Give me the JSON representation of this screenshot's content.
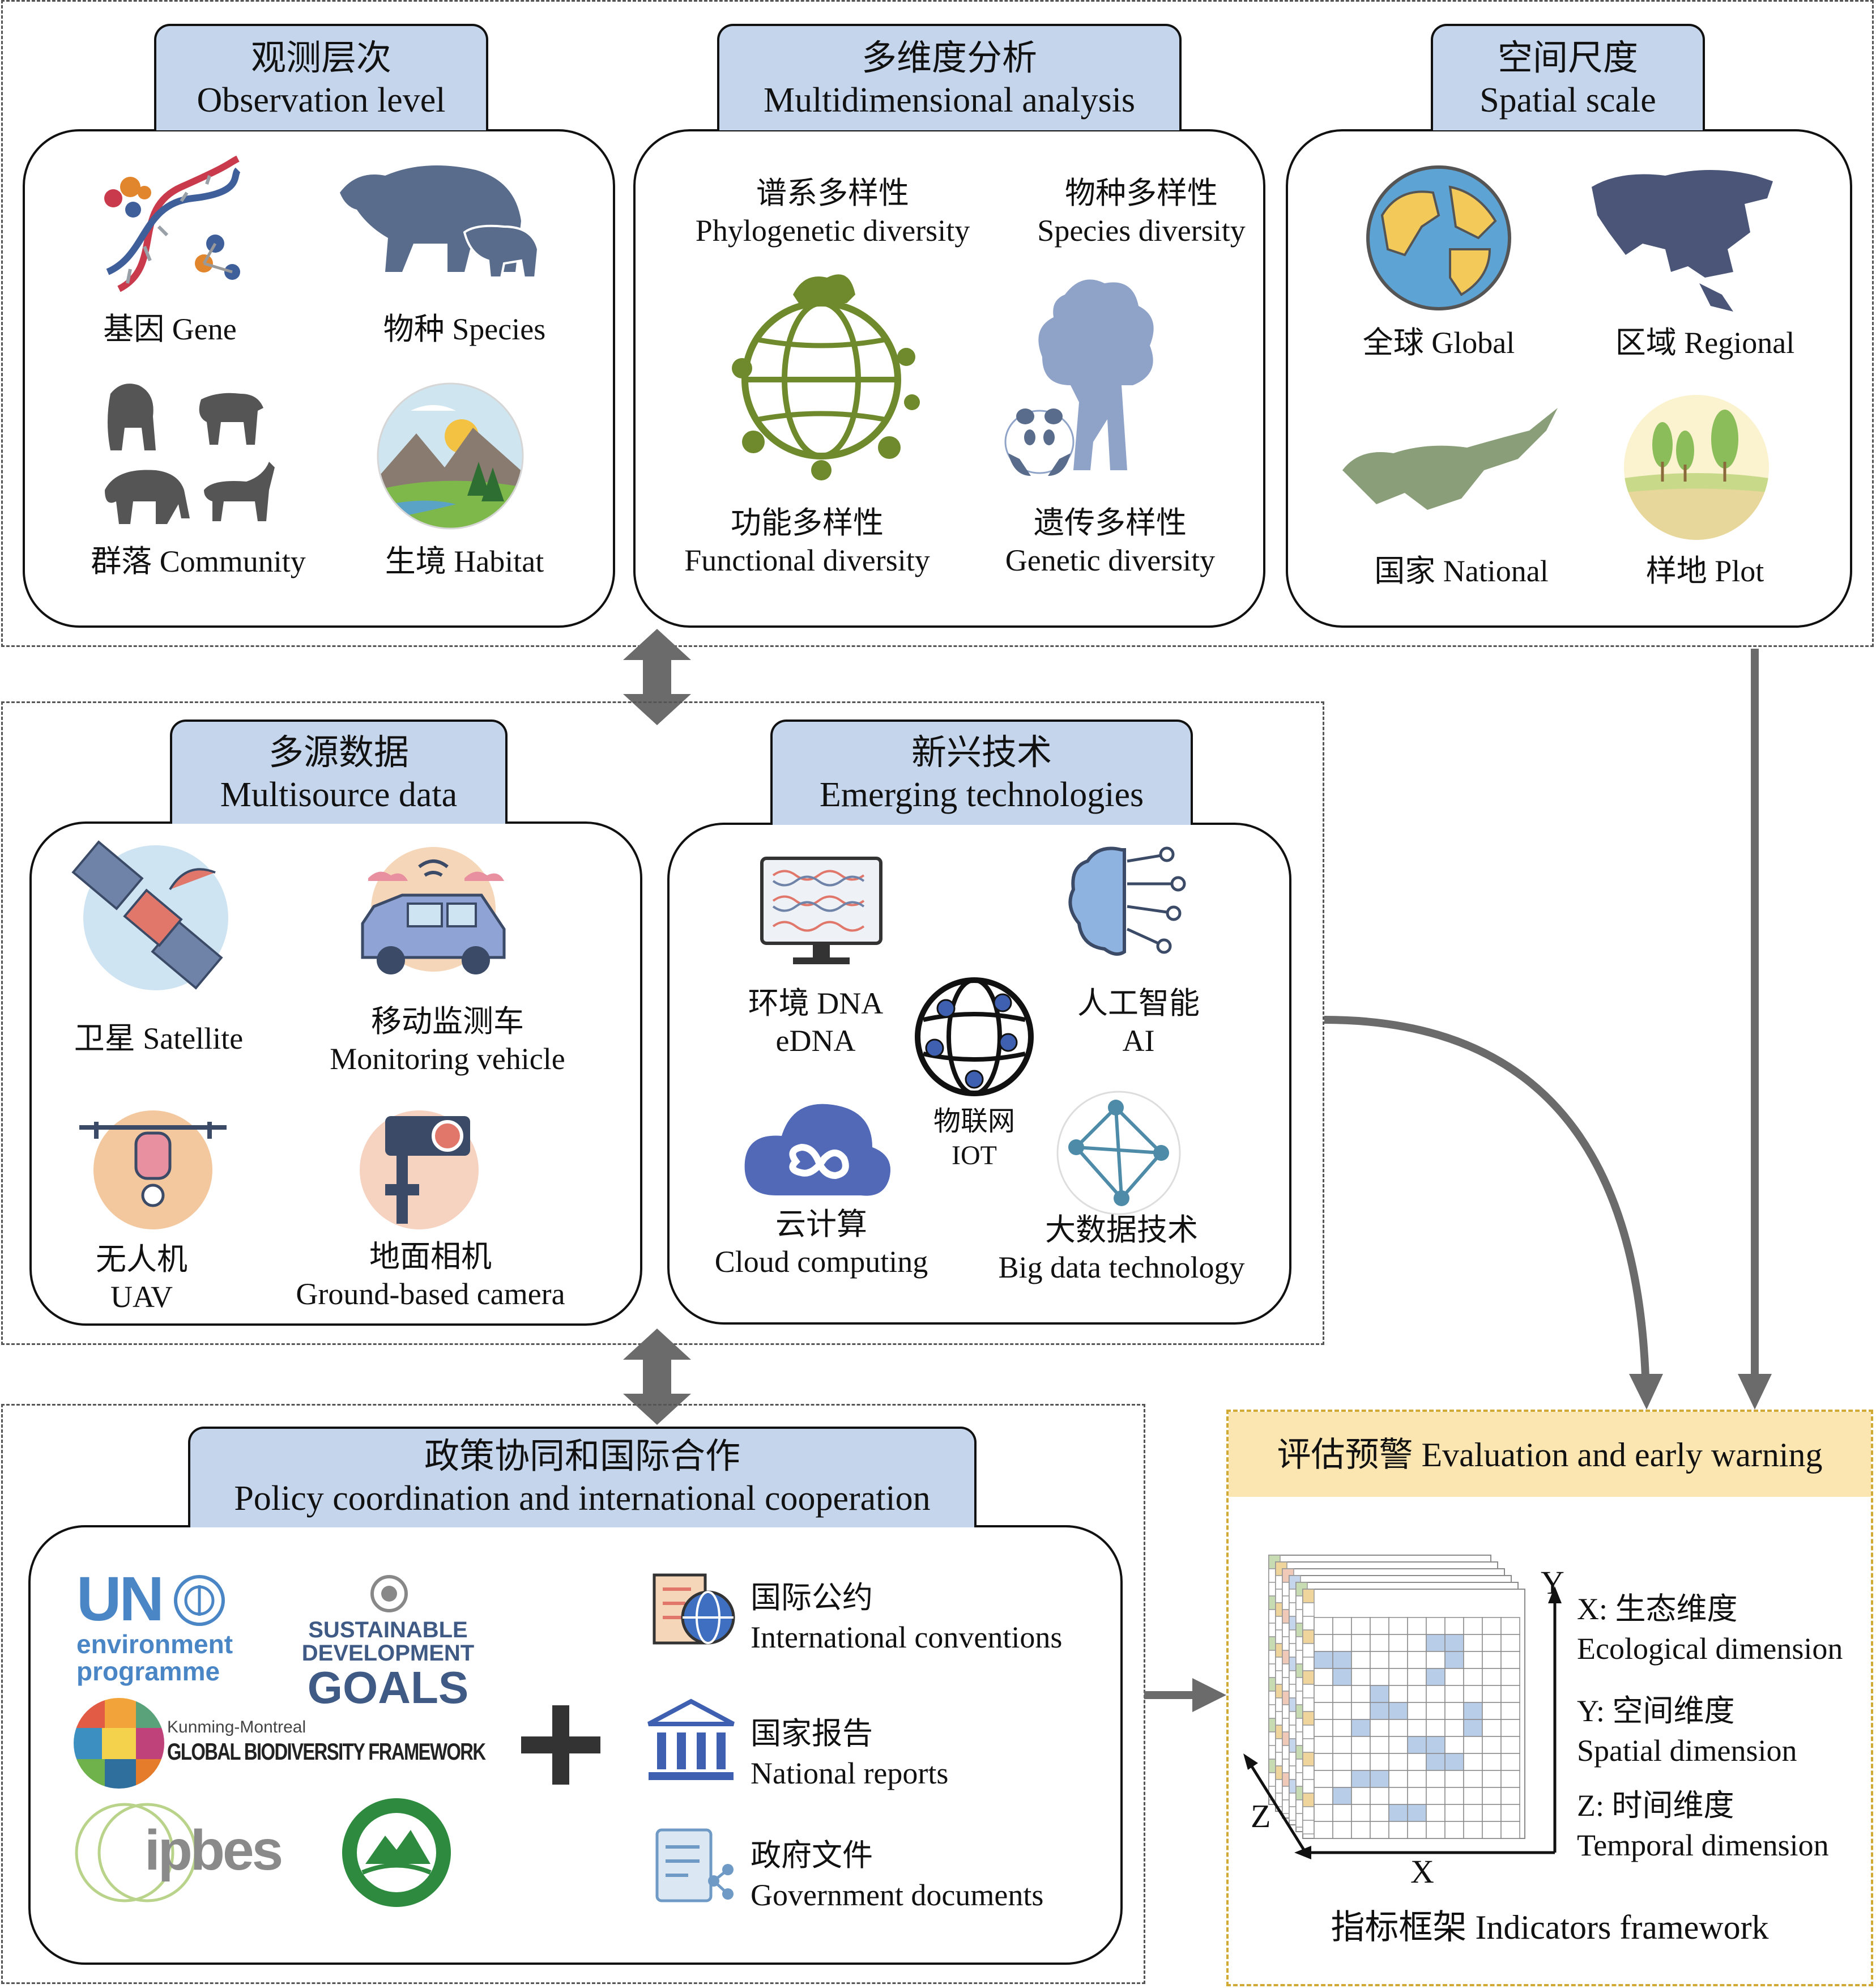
{
  "observation": {
    "title_zh": "观测层次",
    "title_en": "Observation level",
    "gene": "基因 Gene",
    "species": "物种 Species",
    "community": "群落 Community",
    "habitat": "生境 Habitat"
  },
  "multidim": {
    "title_zh": "多维度分析",
    "title_en": "Multidimensional analysis",
    "phylo_zh": "谱系多样性",
    "phylo_en": "Phylogenetic diversity",
    "species_zh": "物种多样性",
    "species_en": "Species diversity",
    "functional_zh": "功能多样性",
    "functional_en": "Functional diversity",
    "genetic_zh": "遗传多样性",
    "genetic_en": "Genetic diversity"
  },
  "spatial": {
    "title_zh": "空间尺度",
    "title_en": "Spatial scale",
    "global": "全球 Global",
    "regional": "区域 Regional",
    "national": "国家 National",
    "plot": "样地 Plot"
  },
  "multisource": {
    "title_zh": "多源数据",
    "title_en": "Multisource data",
    "satellite": "卫星 Satellite",
    "vehicle_zh": "移动监测车",
    "vehicle_en": "Monitoring vehicle",
    "uav_zh": "无人机",
    "uav_en": "UAV",
    "camera_zh": "地面相机",
    "camera_en": "Ground-based camera"
  },
  "emerging": {
    "title_zh": "新兴技术",
    "title_en": "Emerging technologies",
    "edna_zh": "环境 DNA",
    "edna_en": "eDNA",
    "iot_zh": "物联网",
    "iot_en": "IOT",
    "ai_zh": "人工智能",
    "ai_en": "AI",
    "cloud_zh": "云计算",
    "cloud_en": "Cloud computing",
    "bigdata_zh": "大数据技术",
    "bigdata_en": "Big data technology"
  },
  "policy": {
    "title_zh": "政策协同和国际合作",
    "title_en": "Policy coordination and international cooperation",
    "un_big": "UN",
    "un_line1": "environment",
    "un_line2": "programme",
    "sdg_line1": "SUSTAINABLE",
    "sdg_line2": "DEVELOPMENT",
    "sdg_line3": "GOALS",
    "gbf_line1": "Kunming-Montreal",
    "gbf_line2": "GLOBAL BIODIVERSITY FRAMEWORK",
    "ipbes": "ipbes",
    "conventions_zh": "国际公约",
    "conventions_en": "International conventions",
    "reports_zh": "国家报告",
    "reports_en": "National reports",
    "docs_zh": "政府文件",
    "docs_en": "Government documents"
  },
  "evaluation": {
    "title": "评估预警 Evaluation and early warning",
    "axis_x": "X",
    "axis_y": "Y",
    "axis_z": "Z",
    "x_zh": "X: 生态维度",
    "x_en": "Ecological dimension",
    "y_zh": "Y: 空间维度",
    "y_en": "Spatial dimension",
    "z_zh": "Z: 时间维度",
    "z_en": "Temporal dimension",
    "framework": "指标框架 Indicators framework"
  },
  "colors": {
    "tab_blue": "#c5d5ec",
    "eval_tab": "#fbe6b2",
    "arrow_gray": "#6b6b6b",
    "grid_blue": "#b7cde8",
    "globe_green": "#6e8a2c",
    "land_blue": "#5a6c8c"
  }
}
